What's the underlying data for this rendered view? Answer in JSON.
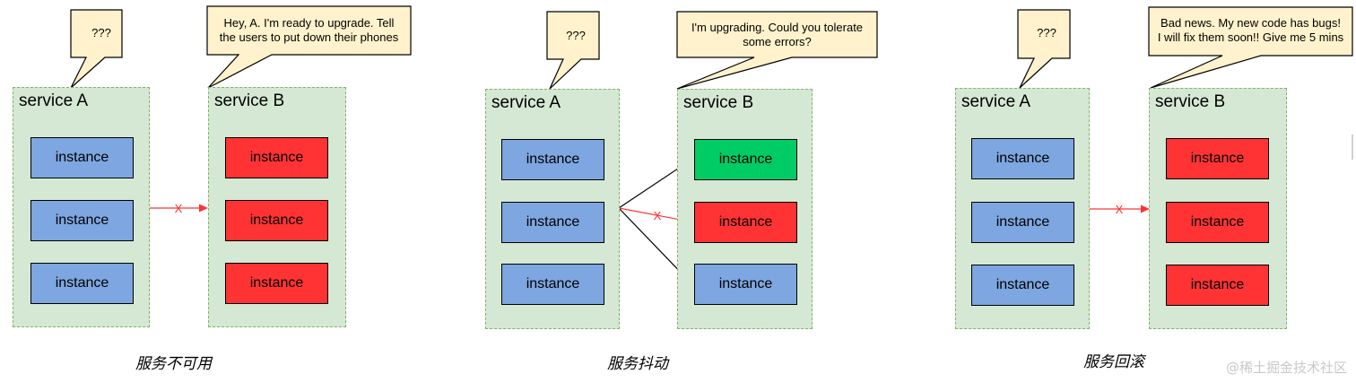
{
  "scenarios": [
    {
      "id": "unavailable",
      "caption": "服务不可用",
      "service_a": {
        "label": "service A",
        "bubble": "???",
        "instances": [
          {
            "label": "instance",
            "state": "normal"
          },
          {
            "label": "instance",
            "state": "normal"
          },
          {
            "label": "instance",
            "state": "normal"
          }
        ]
      },
      "service_b": {
        "label": "service B",
        "bubble_lines": [
          "Hey, A. I'm ready to upgrade. Tell",
          "the users to put down their phones"
        ],
        "instances": [
          {
            "label": "instance",
            "state": "down"
          },
          {
            "label": "instance",
            "state": "down"
          },
          {
            "label": "instance",
            "state": "down"
          }
        ]
      },
      "arrows": [
        {
          "from": 1,
          "to": 1,
          "status": "failed",
          "mark": "x"
        }
      ]
    },
    {
      "id": "jitter",
      "caption": "服务抖动",
      "service_a": {
        "label": "service A",
        "bubble": "???",
        "instances": [
          {
            "label": "instance",
            "state": "normal"
          },
          {
            "label": "instance",
            "state": "normal"
          },
          {
            "label": "instance",
            "state": "normal"
          }
        ]
      },
      "service_b": {
        "label": "service B",
        "bubble_lines": [
          "I'm upgrading. Could you tolerate",
          "some errors?"
        ],
        "instances": [
          {
            "label": "instance",
            "state": "upgraded"
          },
          {
            "label": "instance",
            "state": "down"
          },
          {
            "label": "instance",
            "state": "normal"
          }
        ]
      },
      "arrows": [
        {
          "from": 1,
          "to": 0,
          "status": "ok",
          "mark": ""
        },
        {
          "from": 1,
          "to": 1,
          "status": "failed",
          "mark": "x"
        },
        {
          "from": 1,
          "to": 2,
          "status": "ok",
          "mark": ""
        }
      ]
    },
    {
      "id": "rollback",
      "caption": "服务回滚",
      "service_a": {
        "label": "service A",
        "bubble": "???",
        "instances": [
          {
            "label": "instance",
            "state": "normal"
          },
          {
            "label": "instance",
            "state": "normal"
          },
          {
            "label": "instance",
            "state": "normal"
          }
        ]
      },
      "service_b": {
        "label": "service B",
        "bubble_lines": [
          "Bad news. My new code has bugs!",
          "I will fix them soon!! Give me 5 mins"
        ],
        "instances": [
          {
            "label": "instance",
            "state": "down"
          },
          {
            "label": "instance",
            "state": "down"
          },
          {
            "label": "instance",
            "state": "down"
          }
        ]
      },
      "arrows": [
        {
          "from": 1,
          "to": 1,
          "status": "failed",
          "mark": "x"
        }
      ]
    }
  ],
  "colors": {
    "service_fill": "#d5e8d4",
    "service_border": "#82b366",
    "instance_normal": "#7ea6e0",
    "instance_down": "#ff3333",
    "instance_upgraded": "#00cc66",
    "bubble_fill": "#fff2cc",
    "arrow_ok": "#000000",
    "arrow_failed": "#ff3333"
  },
  "watermark": "@稀土掘金技术社区"
}
